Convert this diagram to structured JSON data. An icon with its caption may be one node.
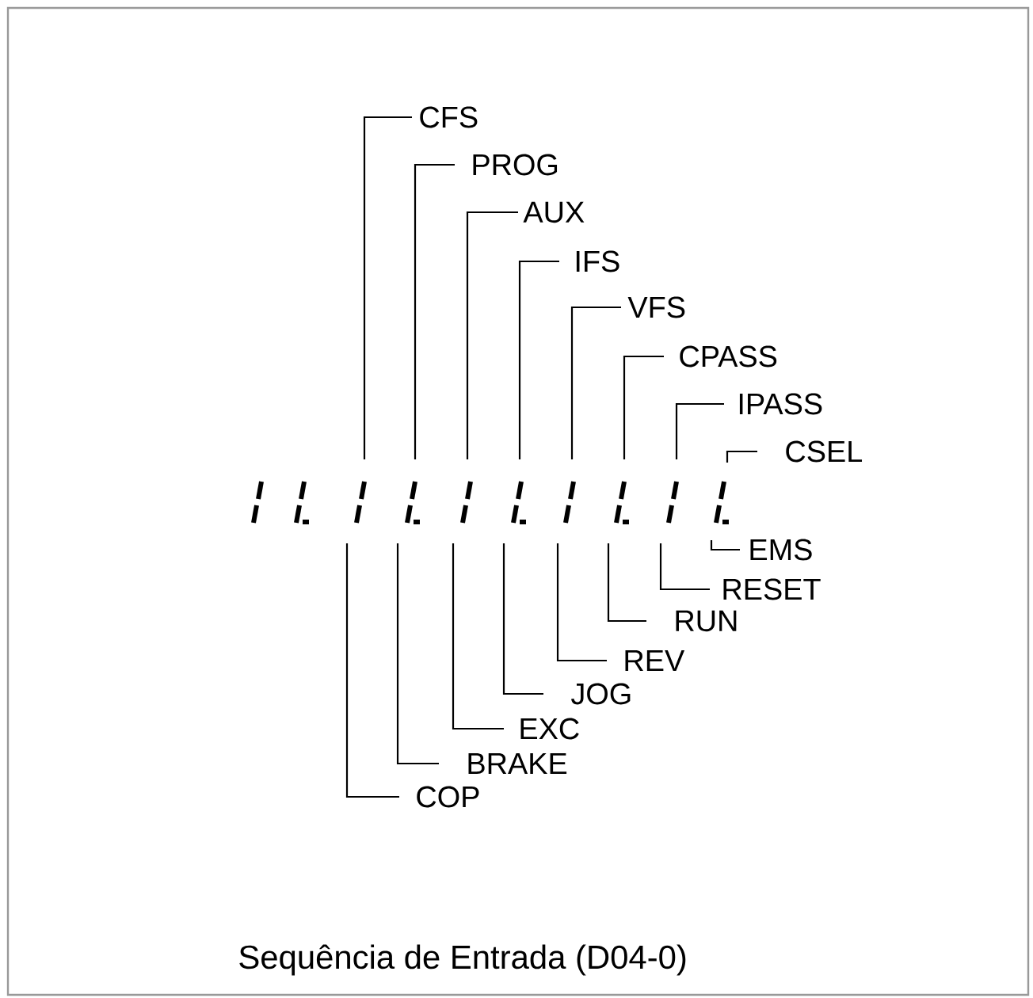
{
  "diagram": {
    "caption": "Sequência de Entrada (D04-0)",
    "nodes": [
      {
        "text": [
          "CFS"
        ]
      },
      {
        "text": [
          "PROG"
        ]
      },
      {
        "text": [
          "AUX"
        ]
      },
      {
        "text": [
          "IFS"
        ]
      },
      {
        "text": [
          "VFS"
        ]
      },
      {
        "text": [
          "CPASS"
        ]
      },
      {
        "text": [
          "IPASS"
        ]
      },
      {
        "text": [
          "CSEL"
        ]
      },
      {
        "text": [
          "EMS"
        ]
      },
      {
        "text": [
          "RESET"
        ]
      },
      {
        "text": [
          "RUN"
        ]
      },
      {
        "text": [
          "REV"
        ]
      },
      {
        "text": [
          "JOG"
        ]
      },
      {
        "text": [
          "EXC"
        ]
      },
      {
        "text": [
          "BRAKE"
        ]
      },
      {
        "text": [
          "COP"
        ]
      }
    ],
    "edges": [
      {
        "from": 0,
        "to": null,
        "arrow": "none"
      },
      {
        "from": 1,
        "to": null,
        "arrow": "none"
      },
      {
        "from": 2,
        "to": null,
        "arrow": "none"
      },
      {
        "from": 3,
        "to": null,
        "arrow": "none"
      },
      {
        "from": 4,
        "to": null,
        "arrow": "none"
      },
      {
        "from": 5,
        "to": null,
        "arrow": "none"
      },
      {
        "from": 6,
        "to": null,
        "arrow": "none"
      },
      {
        "from": 7,
        "to": null,
        "arrow": "none"
      },
      {
        "from": 8,
        "to": null,
        "arrow": "none"
      },
      {
        "from": 9,
        "to": null,
        "arrow": "none"
      },
      {
        "from": 10,
        "to": null,
        "arrow": "none"
      },
      {
        "from": 11,
        "to": null,
        "arrow": "none"
      },
      {
        "from": 12,
        "to": null,
        "arrow": "none"
      },
      {
        "from": 13,
        "to": null,
        "arrow": "none"
      },
      {
        "from": 14,
        "to": null,
        "arrow": "none"
      },
      {
        "from": 15,
        "to": null,
        "arrow": "none"
      }
    ]
  }
}
